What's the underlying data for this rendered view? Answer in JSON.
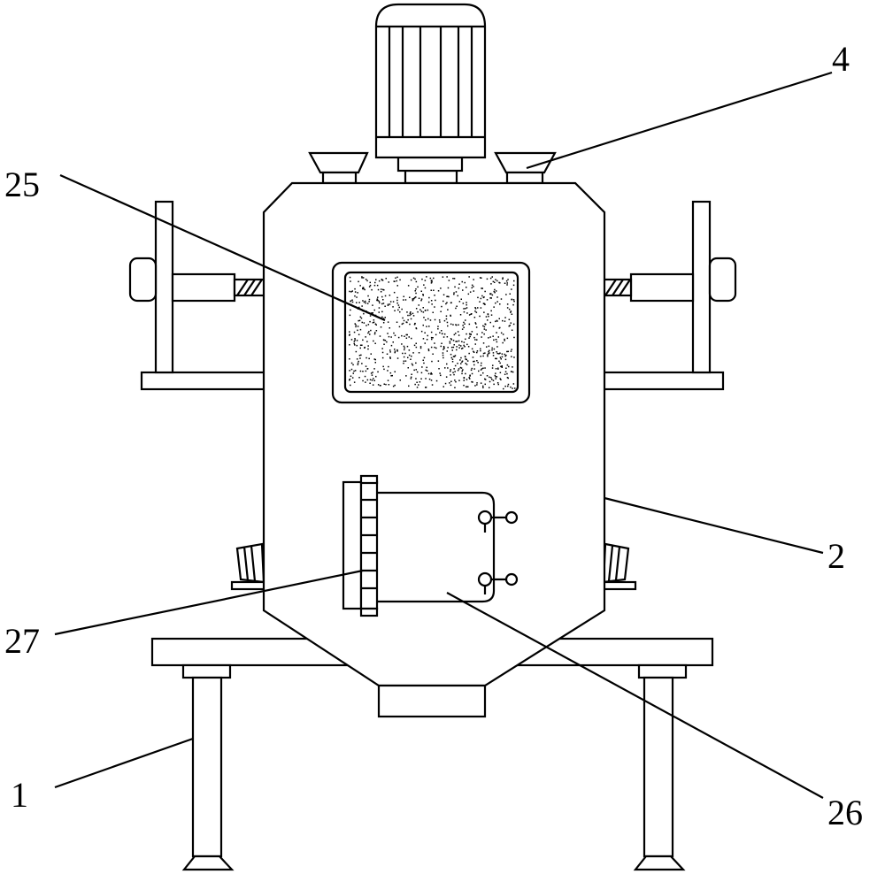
{
  "labels": {
    "motor_feed": "4",
    "window": "25",
    "tank_body": "2",
    "hinge": "27",
    "support_leg": "1",
    "access_door": "26"
  },
  "colors": {
    "line": "#000000",
    "background": "#ffffff"
  }
}
